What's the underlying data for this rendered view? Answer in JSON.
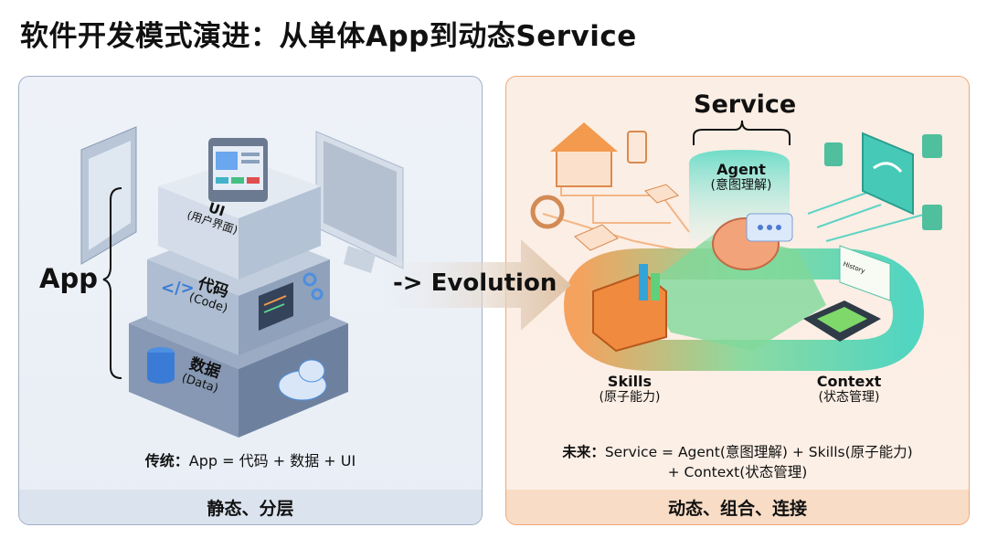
{
  "title": "软件开发模式演进：从单体App到动态Service",
  "left": {
    "app_label": "App",
    "layers": [
      {
        "name": "UI",
        "sub": "(用户界面)"
      },
      {
        "name": "代码",
        "sub": "(Code)"
      },
      {
        "name": "数据",
        "sub": "(Data)"
      }
    ],
    "formula_prefix": "传统：",
    "formula": "App = 代码 + 数据 + UI",
    "footer": "静态、分层"
  },
  "arrow": {
    "label": "-> Evolution"
  },
  "right": {
    "service_label": "Service",
    "agent": {
      "name": "Agent",
      "sub": "(意图理解)"
    },
    "skills": {
      "name": "Skills",
      "sub": "(原子能力)"
    },
    "context": {
      "name": "Context",
      "sub": "(状态管理)"
    },
    "history_label": "History",
    "formula_prefix": "未来：",
    "formula_line1": "Service = Agent(意图理解) + Skills(原子能力)",
    "formula_line2": "+ Context(状态管理)",
    "footer": "动态、组合、连接"
  },
  "colors": {
    "left_accent": "#9fb0c8",
    "right_accent": "#f0a878",
    "teal": "#3fd2bd",
    "orange": "#f39a4f"
  }
}
